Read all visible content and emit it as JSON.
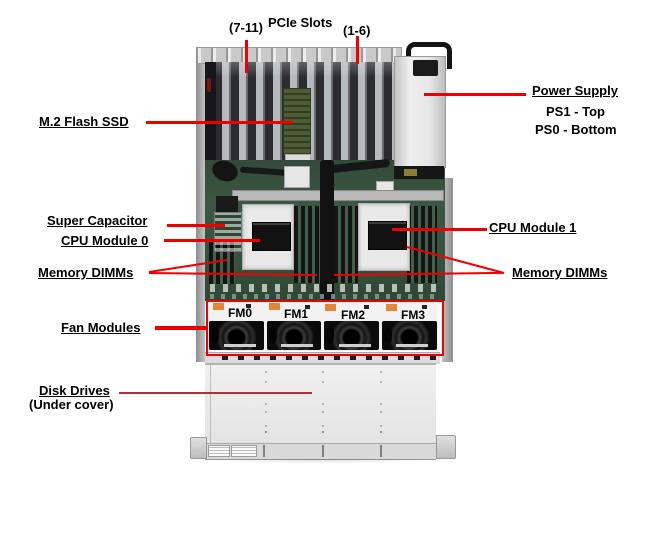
{
  "figure": {
    "description": "Top view of a rack server chassis with red callout lines identifying internal components",
    "callouts": {
      "pcie": {
        "title": "PCIe Slots",
        "left_range": "(7-11)",
        "right_range": "(1-6)"
      },
      "power_supply": {
        "label": "Power Supply",
        "line1": "PS1 - Top",
        "line2": "PS0 - Bottom"
      },
      "m2_flash_ssd": {
        "label": "M.2 Flash SSD"
      },
      "super_capacitor": {
        "label": "Super Capacitor"
      },
      "cpu_module_0": {
        "label": "CPU Module 0"
      },
      "cpu_module_1": {
        "label": "CPU Module 1"
      },
      "memory_dimms_left": {
        "label": "Memory DIMMs"
      },
      "memory_dimms_right": {
        "label": "Memory DIMMs"
      },
      "fan_modules": {
        "label": "Fan Modules"
      },
      "disk_drives": {
        "label": "Disk Drives",
        "note": "(Under cover)"
      }
    },
    "fan_labels": [
      "FM0",
      "FM1",
      "FM2",
      "FM3"
    ],
    "colors": {
      "callout_line": "#ee0000",
      "disk_callout_line": "#aa3333",
      "fan_highlight_box": "#ee0000",
      "label_text": "#000000"
    }
  }
}
